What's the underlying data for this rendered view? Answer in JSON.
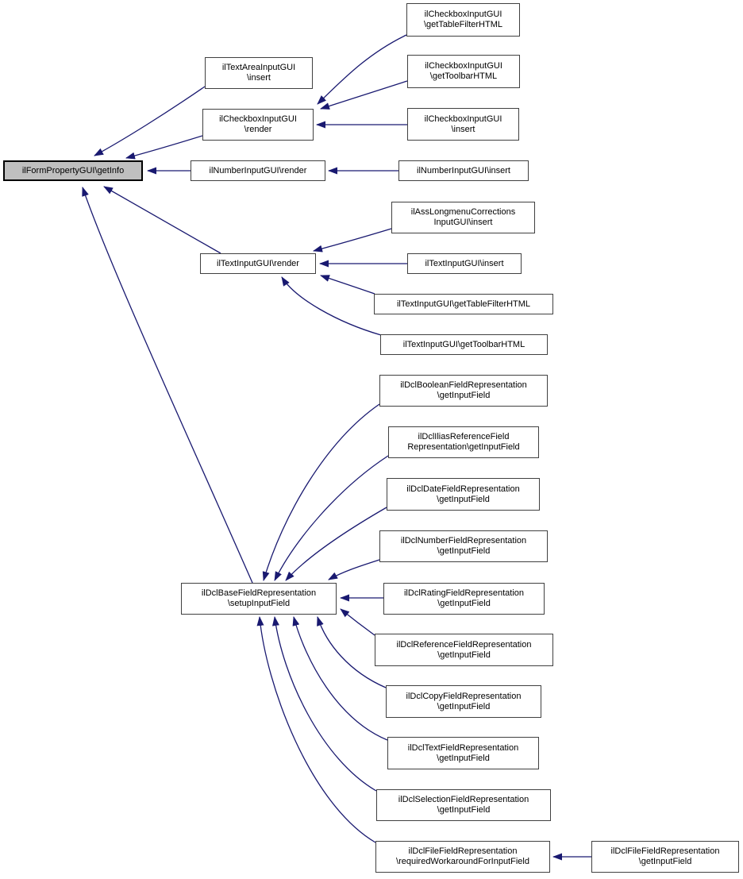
{
  "diagram": {
    "type": "doxygen-call-graph",
    "description": "Callers of ilFormPropertyGUI\\getInfo (arrows point from caller to callee)",
    "colors": {
      "edge": "#191970",
      "node_border": "#404040",
      "node_fill": "#ffffff",
      "selected_fill": "#bfbfbf",
      "selected_border": "#000000",
      "text": "#000000",
      "background": "#ffffff"
    },
    "nodes": [
      {
        "id": "form-property-get-info",
        "label": "ilFormPropertyGUI\\getInfo",
        "selected": true
      },
      {
        "id": "text-area-insert",
        "label": "ilTextAreaInputGUI\n\\insert",
        "selected": false
      },
      {
        "id": "checkbox-render",
        "label": "ilCheckboxInputGUI\n\\render",
        "selected": false
      },
      {
        "id": "number-render",
        "label": "ilNumberInputGUI\\render",
        "selected": false
      },
      {
        "id": "text-input-render",
        "label": "ilTextInputGUI\\render",
        "selected": false
      },
      {
        "id": "base-field-setup-input-field",
        "label": "ilDclBaseFieldRepresentation\n\\setupInputField",
        "selected": false
      },
      {
        "id": "checkbox-get-table-filter-html",
        "label": "ilCheckboxInputGUI\n\\getTableFilterHTML",
        "selected": false
      },
      {
        "id": "checkbox-get-toolbar-html",
        "label": "ilCheckboxInputGUI\n\\getToolbarHTML",
        "selected": false
      },
      {
        "id": "checkbox-insert",
        "label": "ilCheckboxInputGUI\n\\insert",
        "selected": false
      },
      {
        "id": "number-insert",
        "label": "ilNumberInputGUI\\insert",
        "selected": false
      },
      {
        "id": "ass-longmenu-corrections-insert",
        "label": "ilAssLongmenuCorrections\nInputGUI\\insert",
        "selected": false
      },
      {
        "id": "text-input-insert",
        "label": "ilTextInputGUI\\insert",
        "selected": false
      },
      {
        "id": "text-input-get-table-filter-html",
        "label": "ilTextInputGUI\\getTableFilterHTML",
        "selected": false
      },
      {
        "id": "text-input-get-toolbar-html",
        "label": "ilTextInputGUI\\getToolbarHTML",
        "selected": false
      },
      {
        "id": "dcl-boolean-get-input-field",
        "label": "ilDclBooleanFieldRepresentation\n\\getInputField",
        "selected": false
      },
      {
        "id": "dcl-ilias-reference-get-input-field",
        "label": "ilDclIliasReferenceField\nRepresentation\\getInputField",
        "selected": false
      },
      {
        "id": "dcl-date-get-input-field",
        "label": "ilDclDateFieldRepresentation\n\\getInputField",
        "selected": false
      },
      {
        "id": "dcl-number-get-input-field",
        "label": "ilDclNumberFieldRepresentation\n\\getInputField",
        "selected": false
      },
      {
        "id": "dcl-rating-get-input-field",
        "label": "ilDclRatingFieldRepresentation\n\\getInputField",
        "selected": false
      },
      {
        "id": "dcl-reference-get-input-field",
        "label": "ilDclReferenceFieldRepresentation\n\\getInputField",
        "selected": false
      },
      {
        "id": "dcl-copy-get-input-field",
        "label": "ilDclCopyFieldRepresentation\n\\getInputField",
        "selected": false
      },
      {
        "id": "dcl-text-get-input-field",
        "label": "ilDclTextFieldRepresentation\n\\getInputField",
        "selected": false
      },
      {
        "id": "dcl-selection-get-input-field",
        "label": "ilDclSelectionFieldRepresentation\n\\getInputField",
        "selected": false
      },
      {
        "id": "dcl-file-required-workaround",
        "label": "ilDclFileFieldRepresentation\n\\requiredWorkaroundForInputField",
        "selected": false
      },
      {
        "id": "dcl-file-get-input-field",
        "label": "ilDclFileFieldRepresentation\n\\getInputField",
        "selected": false
      }
    ],
    "edges": [
      {
        "from": "text-area-insert",
        "to": "form-property-get-info"
      },
      {
        "from": "checkbox-render",
        "to": "form-property-get-info"
      },
      {
        "from": "number-render",
        "to": "form-property-get-info"
      },
      {
        "from": "text-input-render",
        "to": "form-property-get-info"
      },
      {
        "from": "base-field-setup-input-field",
        "to": "form-property-get-info"
      },
      {
        "from": "checkbox-get-table-filter-html",
        "to": "checkbox-render"
      },
      {
        "from": "checkbox-get-toolbar-html",
        "to": "checkbox-render"
      },
      {
        "from": "checkbox-insert",
        "to": "checkbox-render"
      },
      {
        "from": "number-insert",
        "to": "number-render"
      },
      {
        "from": "ass-longmenu-corrections-insert",
        "to": "text-input-render"
      },
      {
        "from": "text-input-insert",
        "to": "text-input-render"
      },
      {
        "from": "text-input-get-table-filter-html",
        "to": "text-input-render"
      },
      {
        "from": "text-input-get-toolbar-html",
        "to": "text-input-render"
      },
      {
        "from": "dcl-boolean-get-input-field",
        "to": "base-field-setup-input-field"
      },
      {
        "from": "dcl-ilias-reference-get-input-field",
        "to": "base-field-setup-input-field"
      },
      {
        "from": "dcl-date-get-input-field",
        "to": "base-field-setup-input-field"
      },
      {
        "from": "dcl-number-get-input-field",
        "to": "base-field-setup-input-field"
      },
      {
        "from": "dcl-rating-get-input-field",
        "to": "base-field-setup-input-field"
      },
      {
        "from": "dcl-reference-get-input-field",
        "to": "base-field-setup-input-field"
      },
      {
        "from": "dcl-copy-get-input-field",
        "to": "base-field-setup-input-field"
      },
      {
        "from": "dcl-text-get-input-field",
        "to": "base-field-setup-input-field"
      },
      {
        "from": "dcl-selection-get-input-field",
        "to": "base-field-setup-input-field"
      },
      {
        "from": "dcl-file-required-workaround",
        "to": "base-field-setup-input-field"
      },
      {
        "from": "dcl-file-get-input-field",
        "to": "dcl-file-required-workaround"
      }
    ]
  }
}
